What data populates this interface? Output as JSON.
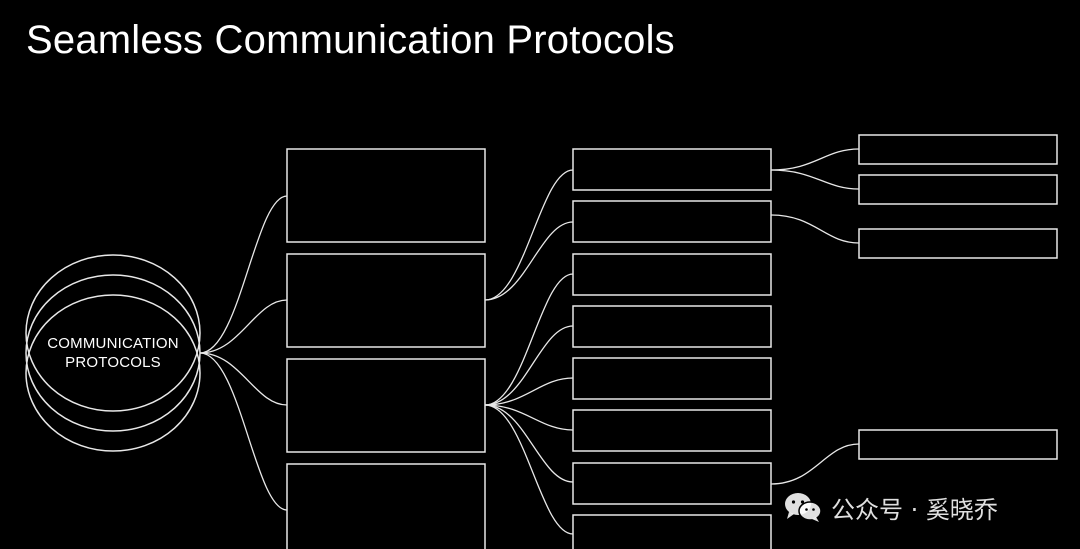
{
  "title": "Seamless Communication Protocols",
  "hub": {
    "label_line1": "COMMUNICATION",
    "label_line2": "PROTOCOLS"
  },
  "tree": {
    "level1_count": 4,
    "level2_groups": [
      {
        "from_level1": 2,
        "count": 2
      },
      {
        "from_level1": 3,
        "count": 6
      }
    ],
    "level3_groups": [
      {
        "from_level2": 1,
        "count": 2
      },
      {
        "from_level2": 2,
        "count": 1
      },
      {
        "from_level2": 7,
        "count": 1
      }
    ]
  },
  "colors": {
    "background": "#000000",
    "line": "#e8e8e8",
    "text": "#ffffff"
  },
  "watermark": {
    "icon": "wechat-icon",
    "text": "公众号 · 奚晓乔"
  }
}
